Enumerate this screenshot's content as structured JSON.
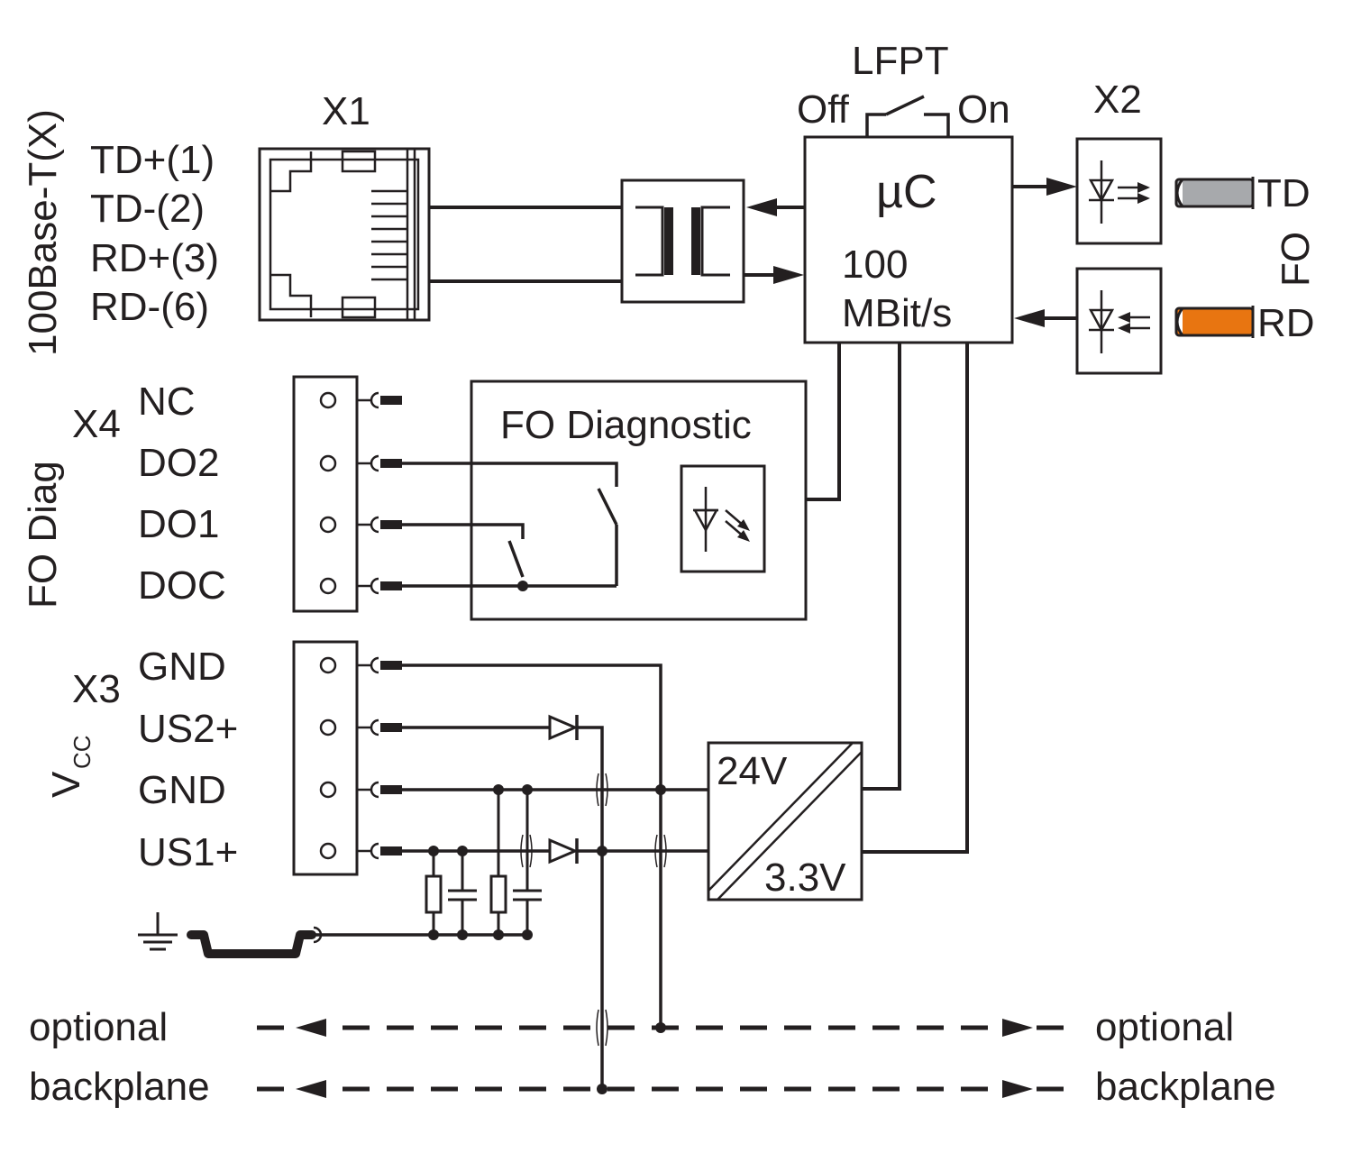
{
  "labels": {
    "port_label": "100Base-T(X)",
    "x1": "X1",
    "td_plus": "TD+(1)",
    "td_minus": "TD-(2)",
    "rd_plus": "RD+(3)",
    "rd_minus": "RD-(6)",
    "lfpt": "LFPT",
    "switch_off": "Off",
    "switch_on": "On",
    "uc": "µC",
    "uc_speed_value": "100",
    "uc_speed_unit": "MBit/s",
    "x2": "X2",
    "fo_td": "TD",
    "fo_rd": "RD",
    "fo": "FO",
    "x4": "X4",
    "fo_diag_side": "FO Diag",
    "nc": "NC",
    "do2": "DO2",
    "do1": "DO1",
    "doc": "DOC",
    "fo_diagnostic": "FO Diagnostic",
    "x3": "X3",
    "vcc_main": "V",
    "vcc_sub": "CC",
    "gnd_1": "GND",
    "us2": "US2+",
    "gnd_2": "GND",
    "us1": "US1+",
    "conv_in": "24V",
    "conv_out": "3.3V",
    "opt_left_1": "optional",
    "opt_left_2": "backplane",
    "opt_right_1": "optional",
    "opt_right_2": "backplane"
  },
  "colors": {
    "line": "#231f20",
    "fiber_td": "#a7a9ac",
    "fiber_rd": "#e87511"
  },
  "icons": [
    "rj45-jack-icon",
    "transformer-icon",
    "switch-icon",
    "led-transmitter-icon",
    "photodiode-receiver-icon",
    "terminal-block-icon",
    "relay-contact-icon",
    "diode-icon",
    "resistor-icon",
    "capacitor-icon",
    "ground-icon",
    "dc-dc-converter-icon",
    "arrow-icon"
  ]
}
